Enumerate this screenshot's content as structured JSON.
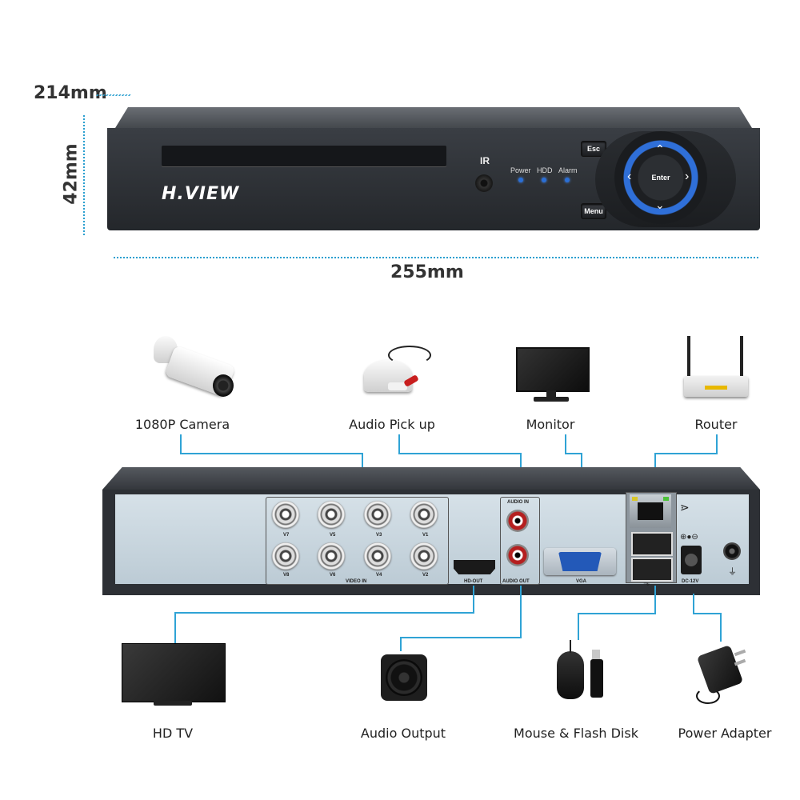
{
  "dimensions": {
    "depth": "214mm",
    "height": "42mm",
    "width": "255mm"
  },
  "front_panel": {
    "brand": "H.VIEW",
    "ir_label": "IR",
    "led_labels": [
      "Power",
      "HDD",
      "Alarm"
    ],
    "buttons": {
      "esc": "Esc",
      "menu": "Menu",
      "enter": "Enter"
    }
  },
  "rear_panel": {
    "video_inputs": [
      "V7",
      "V5",
      "V3",
      "V1",
      "V8",
      "V6",
      "V4",
      "V2"
    ],
    "video_in_label": "VIDEO IN",
    "audio_in_label": "AUDIO IN",
    "audio_out_label": "AUDIO OUT",
    "hdmi_label": "HD-OUT",
    "vga_label": "VGA",
    "power_label": "DC-12V",
    "network_symbol": "network-icon",
    "usb_symbol": "usb-icon"
  },
  "devices_top": [
    {
      "name": "1080P Camera",
      "icon": "camera-icon"
    },
    {
      "name": "Audio Pick up",
      "icon": "microphone-icon"
    },
    {
      "name": "Monitor",
      "icon": "monitor-icon"
    },
    {
      "name": "Router",
      "icon": "router-icon"
    }
  ],
  "devices_bottom": [
    {
      "name": "HD TV",
      "icon": "tv-icon"
    },
    {
      "name": "Audio Output",
      "icon": "speaker-icon"
    },
    {
      "name": "Mouse & Flash Disk",
      "icon": "mouse-flash-icon"
    },
    {
      "name": "Power Adapter",
      "icon": "adapter-icon"
    }
  ],
  "colors": {
    "connector_line": "#2fa3d5",
    "dvr_body": "#2d3035",
    "rear_panel": "#c9d7e0",
    "led_blue": "#2a6fd6"
  }
}
